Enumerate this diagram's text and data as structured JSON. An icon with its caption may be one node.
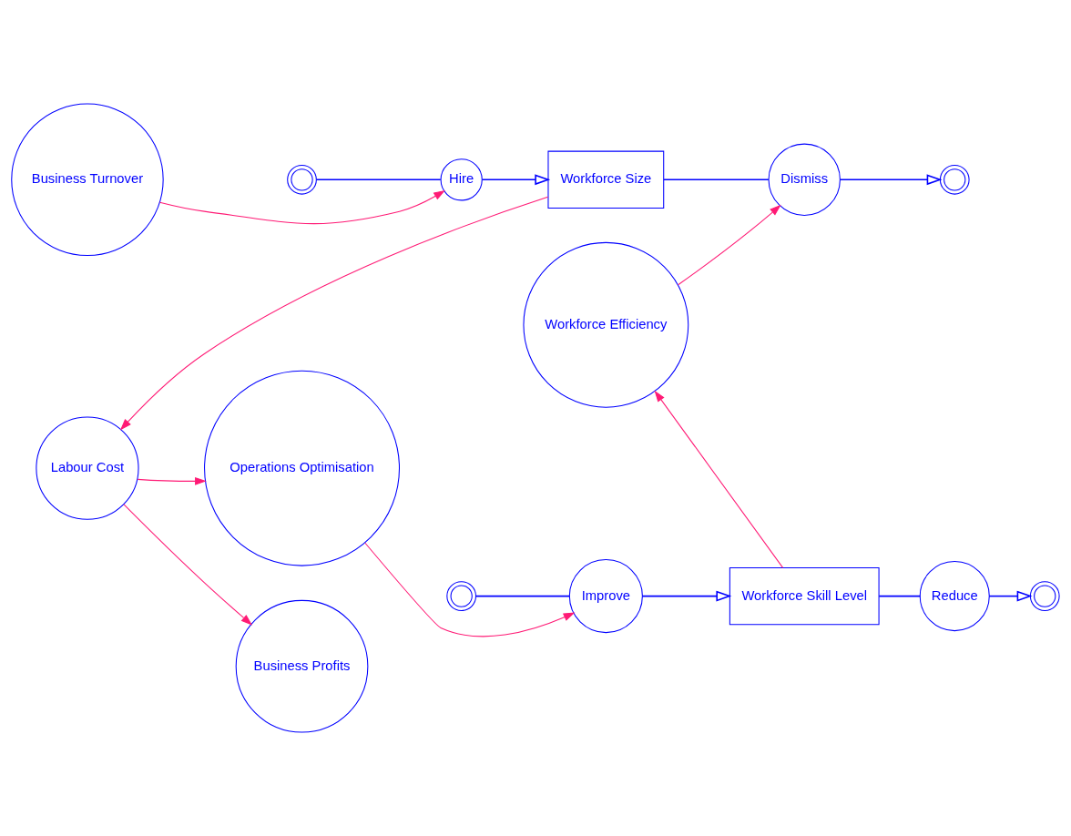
{
  "diagram": {
    "nodes": [
      {
        "text": [
          "Business Turnover"
        ]
      },
      {
        "text": [],
        "shape": "cloud"
      },
      {
        "text": [
          "Hire"
        ]
      },
      {
        "text": [
          "Workforce Size"
        ]
      },
      {
        "text": [
          "Dismiss"
        ]
      },
      {
        "text": [],
        "shape": "cloud"
      },
      {
        "text": [
          "Labour Cost"
        ]
      },
      {
        "text": [
          "Workforce Efficiency"
        ]
      },
      {
        "text": [
          "Operations Optimisation"
        ]
      },
      {
        "text": [
          "Business Profits"
        ]
      },
      {
        "text": [],
        "shape": "cloud"
      },
      {
        "text": [
          "Improve"
        ]
      },
      {
        "text": [
          "Workforce Skill Level"
        ]
      },
      {
        "text": [
          "Reduce"
        ]
      },
      {
        "text": [],
        "shape": "cloud"
      }
    ],
    "edges": [
      {
        "from": 1,
        "to": 2,
        "arrow": "none"
      },
      {
        "from": 2,
        "to": 3,
        "arrow": "to"
      },
      {
        "from": 3,
        "to": 4,
        "arrow": "none"
      },
      {
        "from": 4,
        "to": 5,
        "arrow": "to"
      },
      {
        "from": 10,
        "to": 11,
        "arrow": "none"
      },
      {
        "from": 11,
        "to": 12,
        "arrow": "to"
      },
      {
        "from": 12,
        "to": 13,
        "arrow": "none"
      },
      {
        "from": 13,
        "to": 14,
        "arrow": "to"
      },
      {
        "from": 0,
        "to": 2,
        "arrow": "to",
        "color": "#ff1a75"
      },
      {
        "from": 3,
        "to": 6,
        "arrow": "to",
        "color": "#ff1a75"
      },
      {
        "from": 6,
        "to": 9,
        "arrow": "to",
        "color": "#ff1a75"
      },
      {
        "from": 6,
        "to": 8,
        "arrow": "to",
        "color": "#ff1a75"
      },
      {
        "from": 8,
        "to": 11,
        "arrow": "to",
        "color": "#ff1a75"
      },
      {
        "from": 12,
        "to": 7,
        "arrow": "to",
        "color": "#ff1a75"
      },
      {
        "from": 7,
        "to": 4,
        "arrow": "to",
        "color": "#ff1a75"
      }
    ]
  }
}
